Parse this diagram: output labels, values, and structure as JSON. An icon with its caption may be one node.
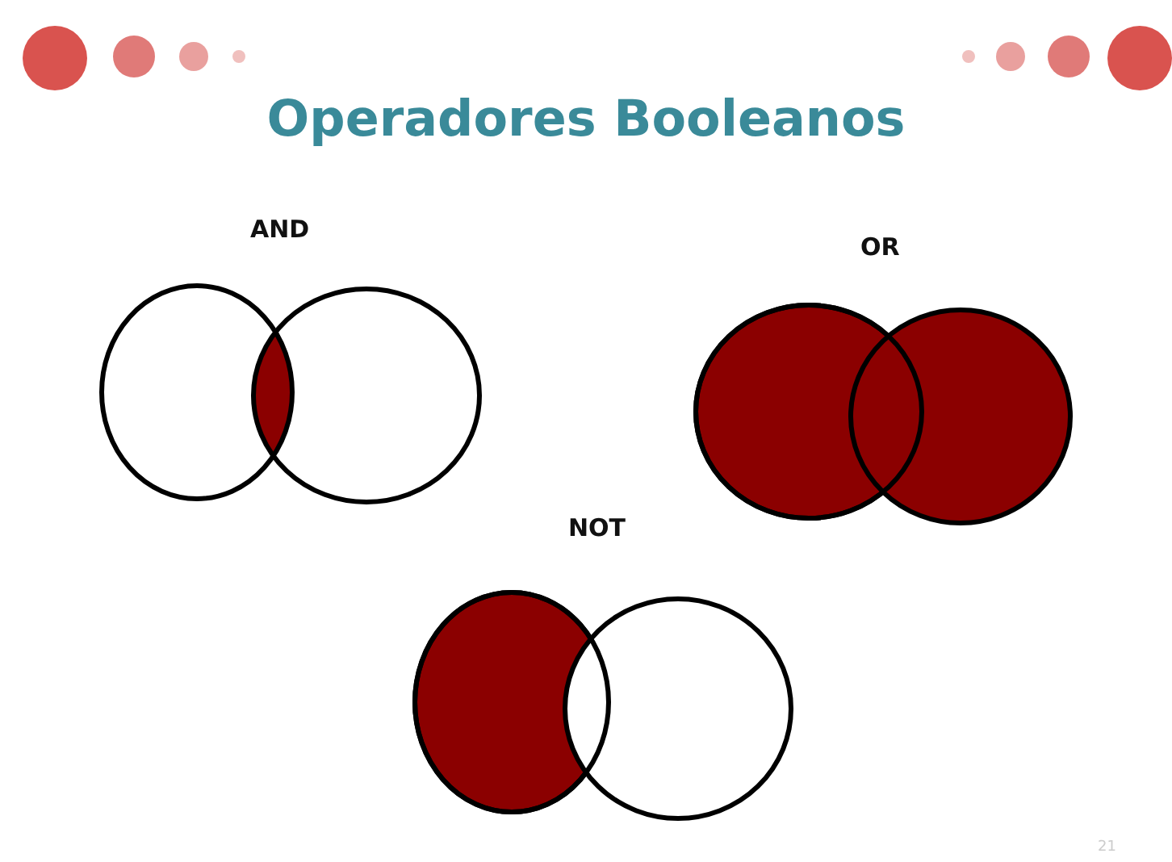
{
  "diagram": {
    "title": "Operadores Booleanos",
    "labels": [
      "AND",
      "OR",
      "NOT",
      "21"
    ]
  }
}
